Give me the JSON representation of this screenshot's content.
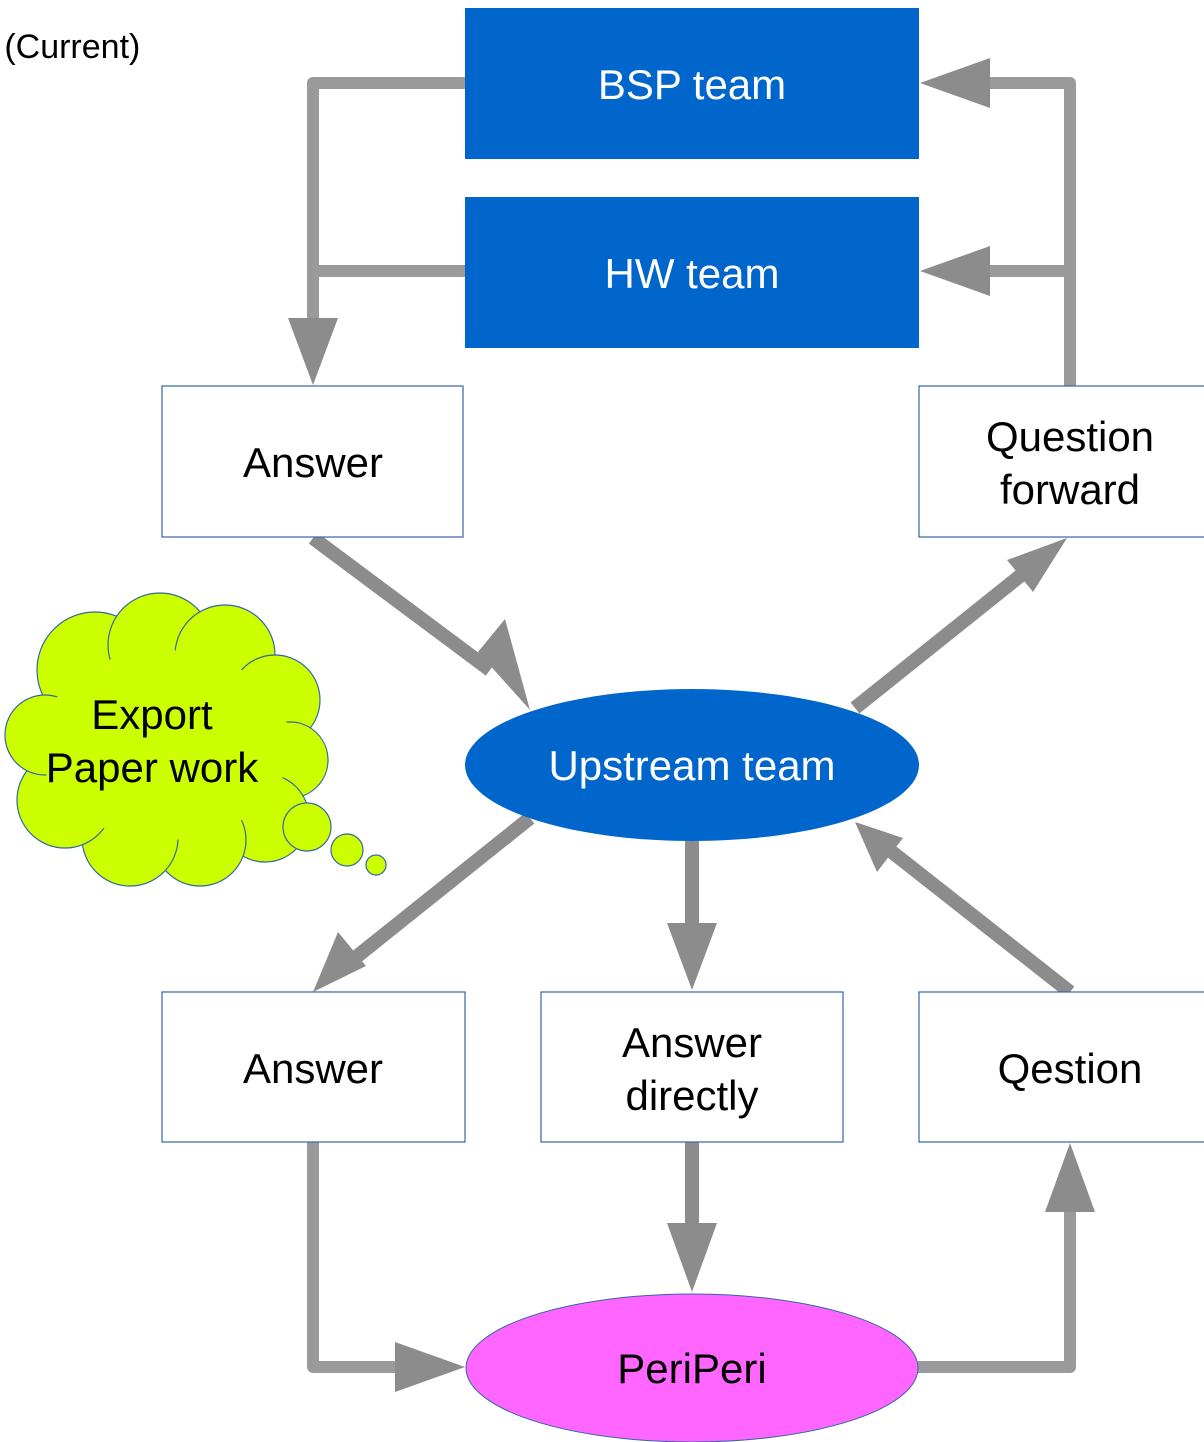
{
  "page": {
    "title": "ri (Current)"
  },
  "colors": {
    "arrow": "#8c8c8c",
    "connector": "#9a9a9a",
    "team_box": "#0066cc",
    "upstream_ellipse": "#0066cc",
    "peri_ellipse": "#ff66ff",
    "cloud": "#ccff00",
    "box_border": "#3465a4",
    "white_text": "#ffffff",
    "black_text": "#000000"
  },
  "nodes": {
    "bsp_team": "BSP team",
    "hw_team": "HW team",
    "answer_top": "Answer",
    "question_forward": [
      "Question",
      "forward"
    ],
    "upstream_team": "Upstream team",
    "answer_bottom": "Answer",
    "answer_directly": [
      "Answer",
      "directly"
    ],
    "qestion": "Qestion",
    "periperi": "PeriPeri",
    "thought_cloud": [
      "Export",
      "Paper work"
    ]
  }
}
